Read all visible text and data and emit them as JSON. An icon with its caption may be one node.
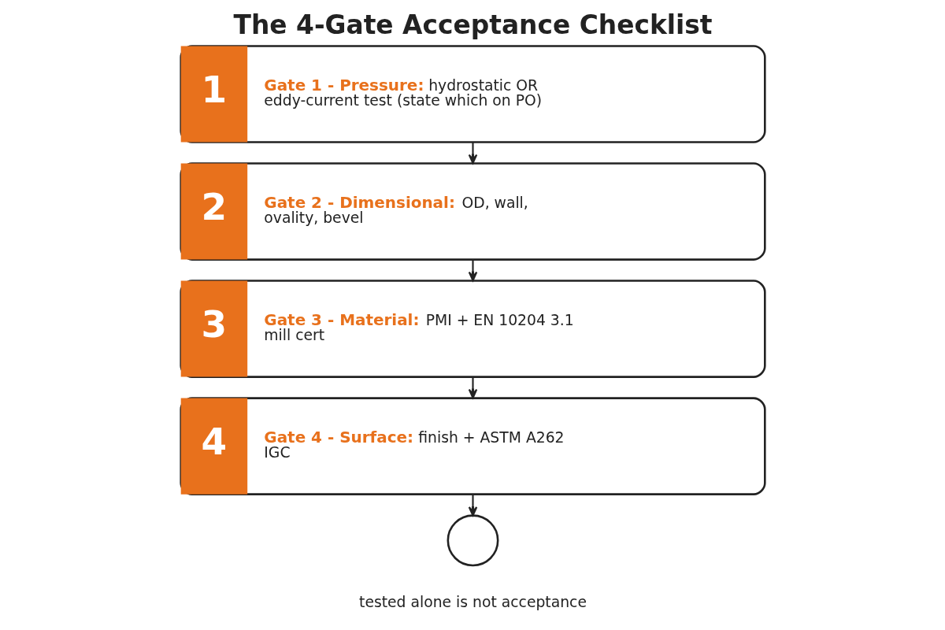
{
  "diagram": {
    "title": "The 4-Gate Acceptance Checklist",
    "nodes": [
      {
        "text": [
          "1",
          "Gate 1 - Pressure:",
          "hydrostatic OR eddy-current test (state which on PO)"
        ]
      },
      {
        "text": [
          "2",
          "Gate 2 - Dimensional:",
          "OD, wall, ovality, bevel"
        ]
      },
      {
        "text": [
          "3",
          "Gate 3 - Material:",
          "PMI + EN 10204 3.1 mill cert"
        ]
      },
      {
        "text": [
          "4",
          "Gate 4 - Surface:",
          "finish + ASTM A262 IGC"
        ]
      },
      {
        "text": [],
        "shape": "circle",
        "beside": [
          "tested alone is not acceptance"
        ]
      }
    ],
    "edges": [
      {
        "from": 0,
        "to": 1,
        "arrow": "to"
      },
      {
        "from": 1,
        "to": 2,
        "arrow": "to"
      },
      {
        "from": 2,
        "to": 3,
        "arrow": "to"
      },
      {
        "from": 3,
        "to": 4,
        "arrow": "to"
      }
    ]
  }
}
